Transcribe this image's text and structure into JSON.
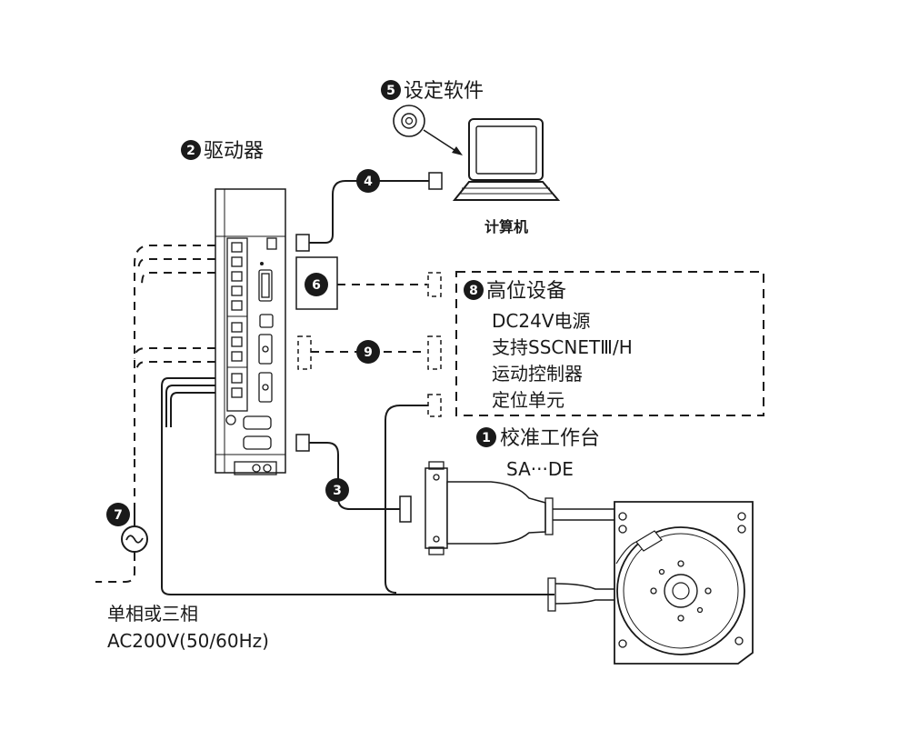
{
  "labels": {
    "software": "设定软件",
    "driver": "驱动器",
    "computer": "计算机",
    "host_title": "高位设备",
    "host_items": [
      "DC24V电源",
      "支持SSCNETⅢ/H",
      "运动控制器",
      "定位单元"
    ],
    "stage_title": "校准工作台",
    "stage_model": "SA···DE",
    "power_line1": "单相或三相",
    "power_line2": "AC200V(50/60Hz)"
  },
  "badges": {
    "n1": "1",
    "n2": "2",
    "n3": "3",
    "n4": "4",
    "n5": "5",
    "n6": "6",
    "n7": "7",
    "n8": "8",
    "n9": "9"
  },
  "colors": {
    "ink": "#1a1a1a",
    "paper": "#ffffff"
  },
  "icons": [
    "cd-disc-icon",
    "laptop-icon",
    "ac-source-icon"
  ]
}
